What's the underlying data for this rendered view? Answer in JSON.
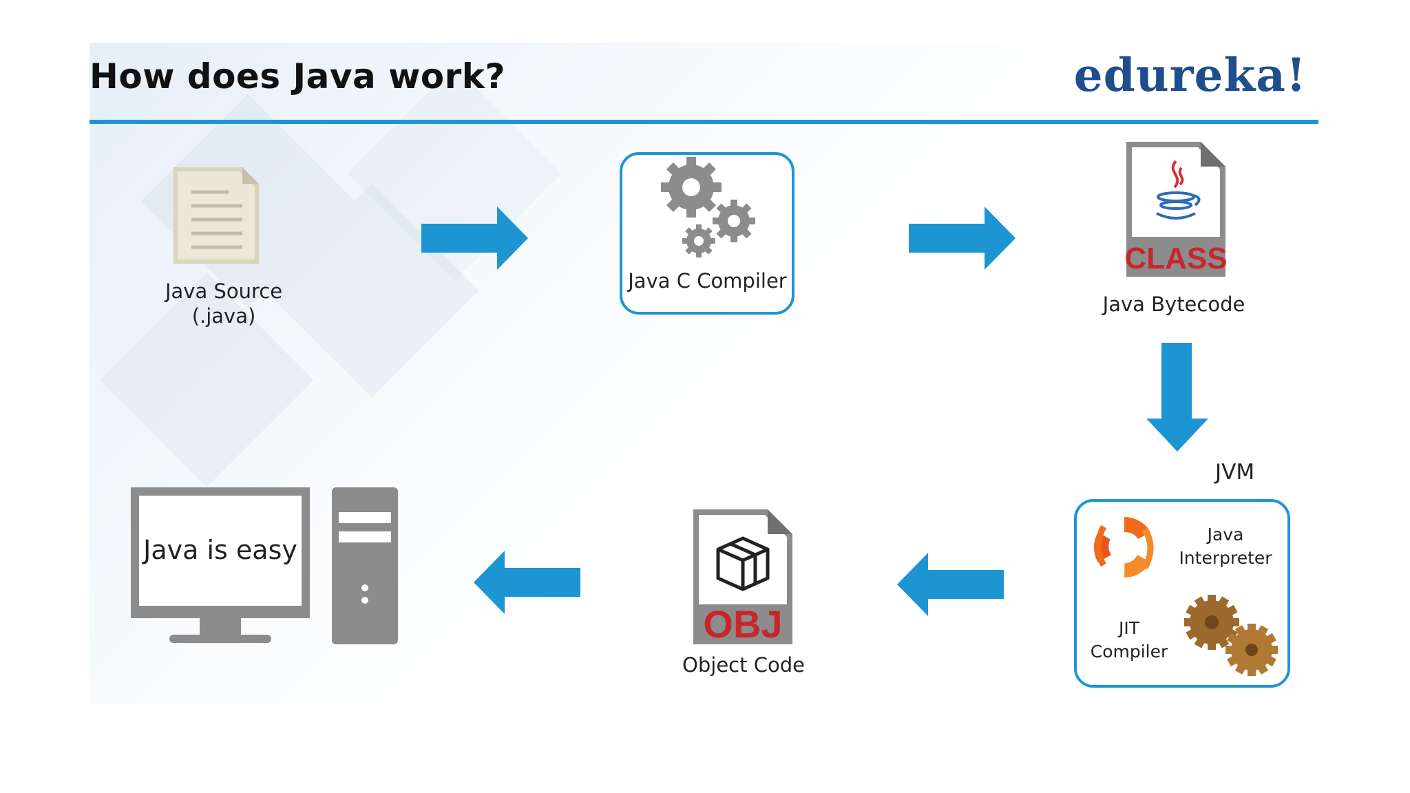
{
  "header": {
    "title": "How does Java work?",
    "logo": "edureka!"
  },
  "nodes": {
    "source": {
      "line1": "Java Source",
      "line2": "(.java)"
    },
    "compiler": {
      "label": "Java C Compiler"
    },
    "bytecode": {
      "label": "Java Bytecode",
      "badge": "CLASS"
    },
    "jvm": {
      "label": "JVM",
      "interpreter_line1": "Java",
      "interpreter_line2": "Interpreter",
      "jit_line1": "JIT",
      "jit_line2": "Compiler"
    },
    "object": {
      "label": "Object Code",
      "badge": "OBJ"
    },
    "computer": {
      "screen_text": "Java is easy"
    }
  },
  "colors": {
    "accent": "#1e95d3",
    "logo": "#1d4f8c",
    "file_red": "#c8262b",
    "gear_gray": "#8c8c8c",
    "gear_bronze": "#9c6a2c"
  }
}
